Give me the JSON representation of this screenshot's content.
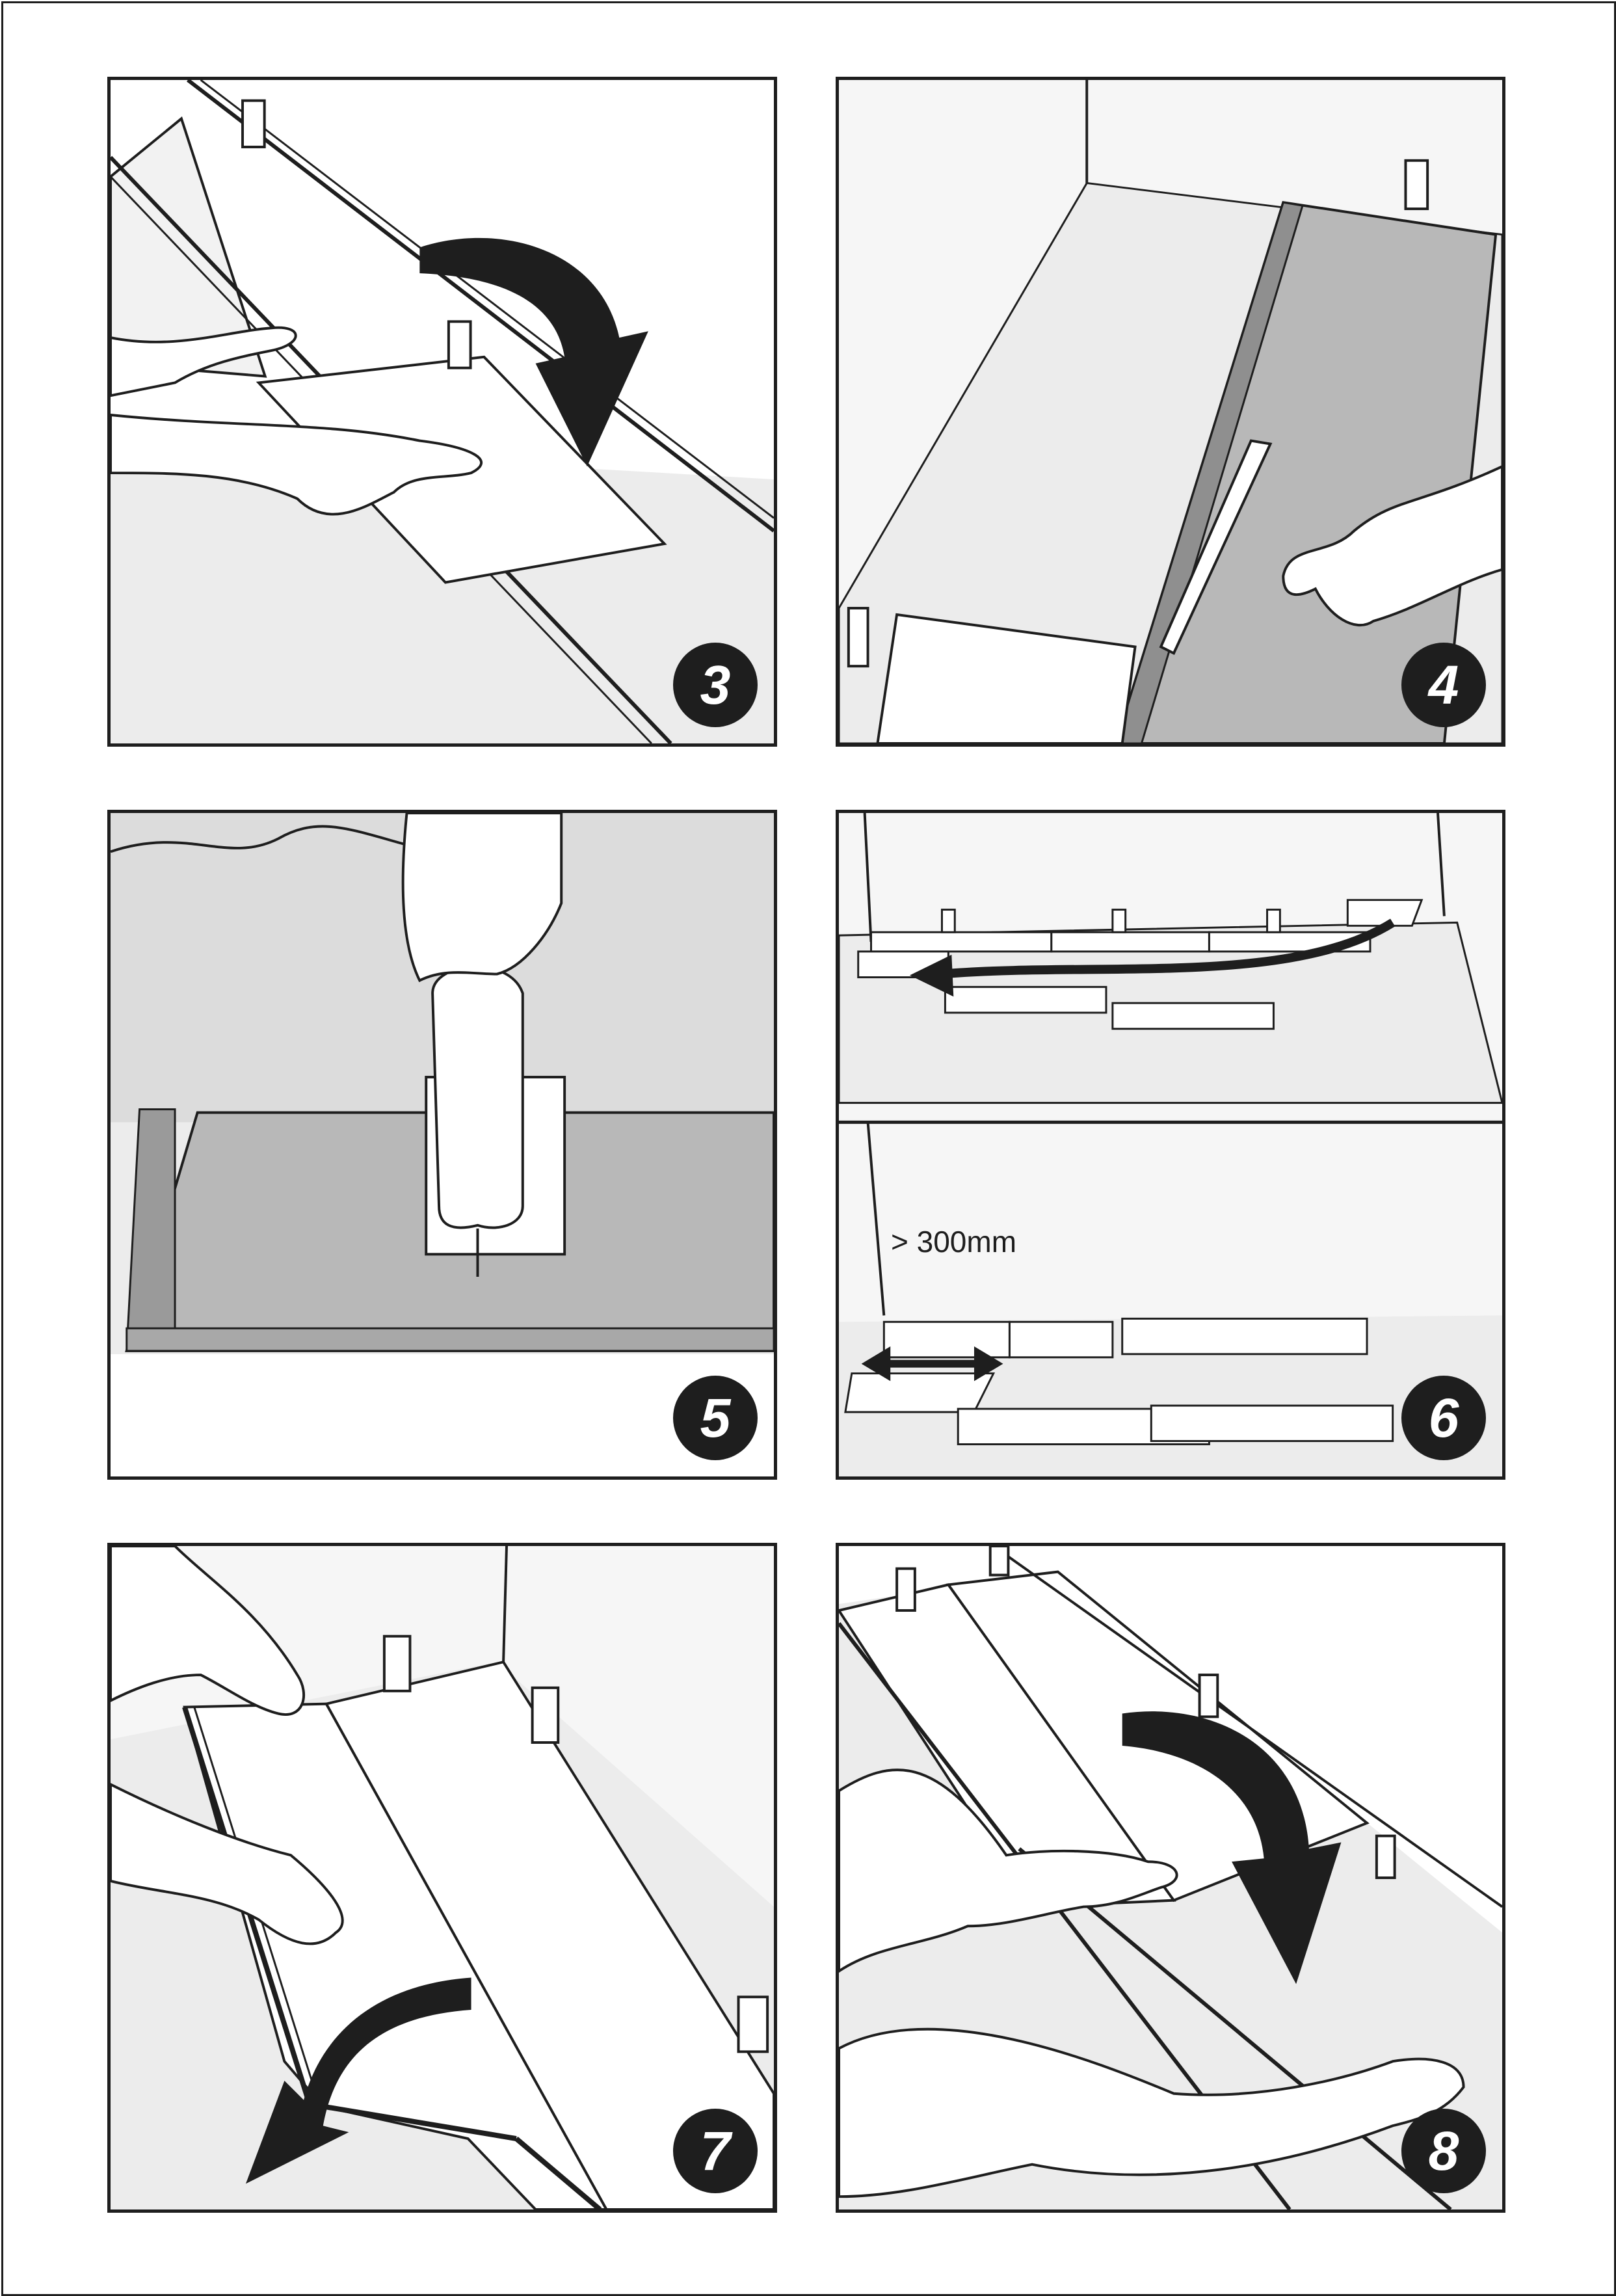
{
  "colors": {
    "ink": "#1e1e1e",
    "floor": "#ececec",
    "wall": "#f6f6f6",
    "plank_dark": "#b8b8b8",
    "plank_light": "#ffffff"
  },
  "steps": [
    {
      "number": "3",
      "icon": "rotate-down-arrow-icon"
    },
    {
      "number": "4",
      "icon": "pencil-icon"
    },
    {
      "number": "5",
      "icon": "jigsaw-icon"
    },
    {
      "number": "6",
      "icon": "double-arrow-icon",
      "offset_label": "> 300mm"
    },
    {
      "number": "7",
      "icon": "rotate-down-arrow-icon"
    },
    {
      "number": "8",
      "icon": "rotate-down-arrow-icon"
    }
  ]
}
